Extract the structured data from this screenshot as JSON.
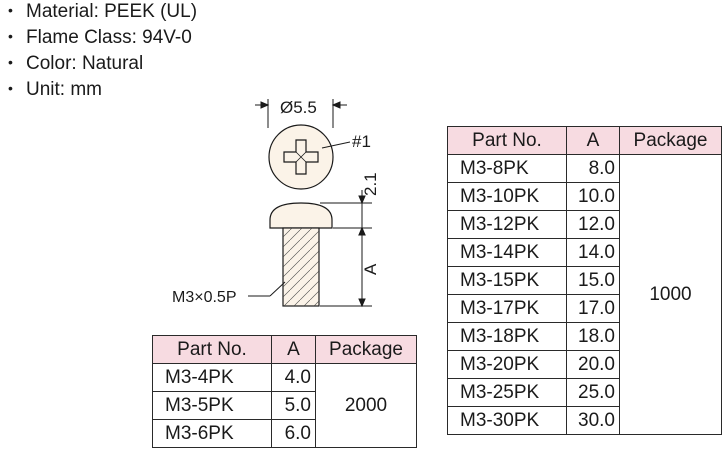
{
  "specs": [
    "Material: PEEK (UL)",
    "Flame Class: 94V-0",
    "Color: Natural",
    "Unit: mm"
  ],
  "drawing": {
    "head_diameter_label": "Ø5.5",
    "drive_label": "#1",
    "head_height_label": "2.1",
    "length_label": "A",
    "thread_label": "M3×0.5P"
  },
  "table_small": {
    "headers": [
      "Part No.",
      "A",
      "Package"
    ],
    "rows": [
      {
        "part": "M3-4PK",
        "a": "4.0"
      },
      {
        "part": "M3-5PK",
        "a": "5.0"
      },
      {
        "part": "M3-6PK",
        "a": "6.0"
      }
    ],
    "package": "2000"
  },
  "table_large": {
    "headers": [
      "Part No.",
      "A",
      "Package"
    ],
    "rows": [
      {
        "part": "M3-8PK",
        "a": "8.0"
      },
      {
        "part": "M3-10PK",
        "a": "10.0"
      },
      {
        "part": "M3-12PK",
        "a": "12.0"
      },
      {
        "part": "M3-14PK",
        "a": "14.0"
      },
      {
        "part": "M3-15PK",
        "a": "15.0"
      },
      {
        "part": "M3-17PK",
        "a": "17.0"
      },
      {
        "part": "M3-18PK",
        "a": "18.0"
      },
      {
        "part": "M3-20PK",
        "a": "20.0"
      },
      {
        "part": "M3-25PK",
        "a": "25.0"
      },
      {
        "part": "M3-30PK",
        "a": "30.0"
      }
    ],
    "package": "1000"
  }
}
